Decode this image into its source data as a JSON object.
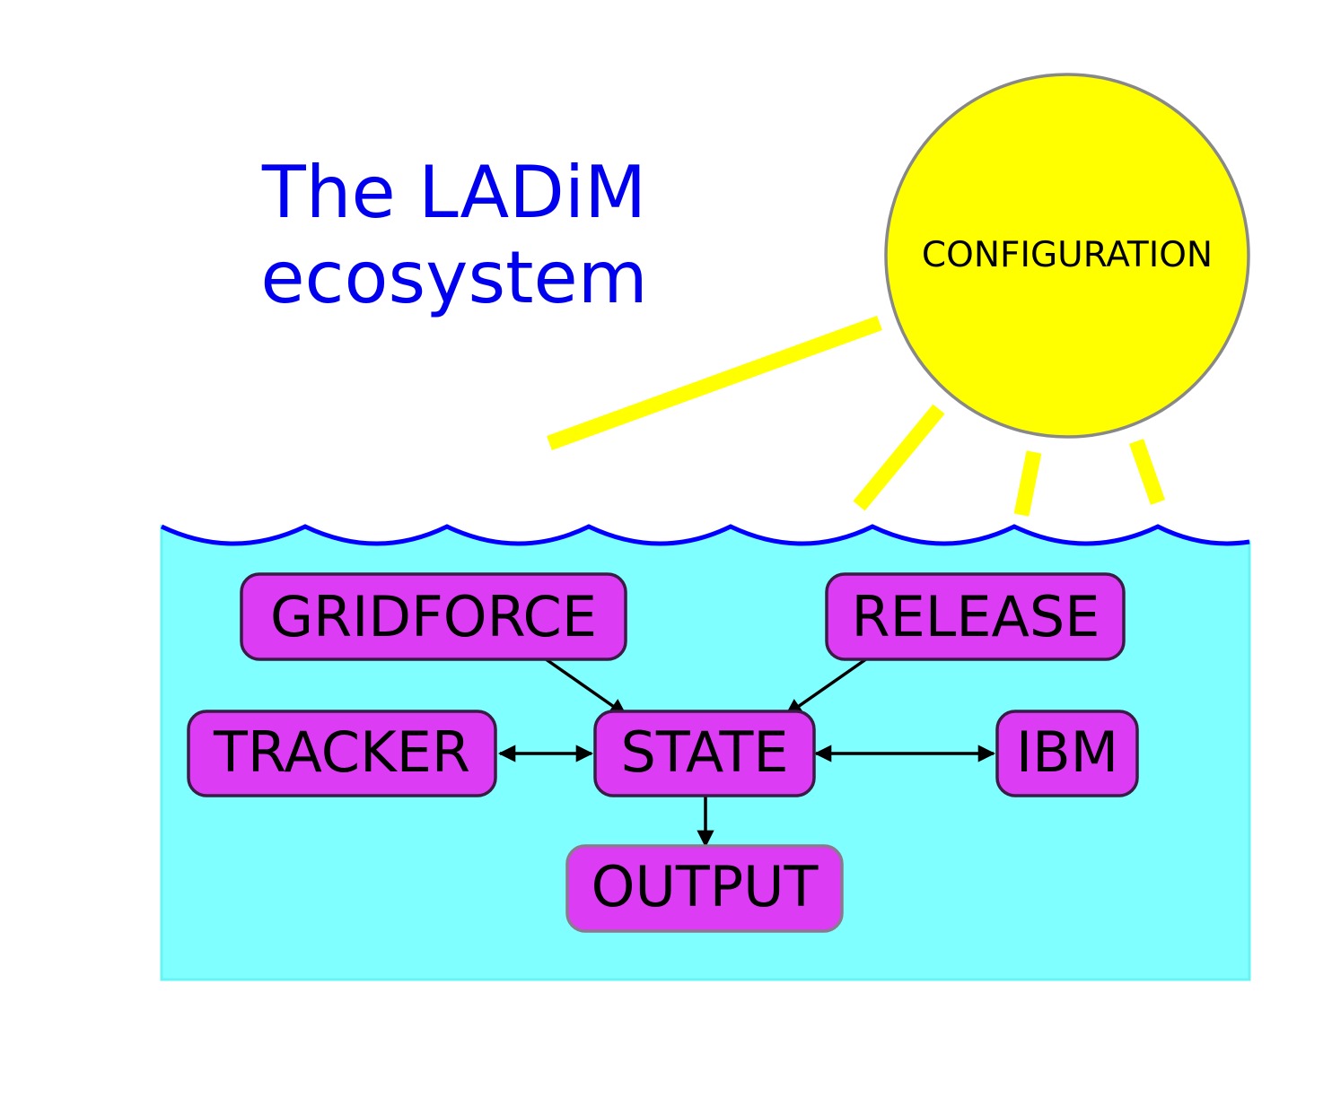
{
  "title": {
    "line1": "The LADiM",
    "line2": "ecosystem"
  },
  "sun": {
    "label": "CONFIGURATION",
    "color": "#ffff00",
    "rays": 4
  },
  "water": {
    "color": "#7fffff",
    "wave_color": "#0000ff"
  },
  "nodes": {
    "gridforce": "GRIDFORCE",
    "release": "RELEASE",
    "tracker": "TRACKER",
    "state": "STATE",
    "ibm": "IBM",
    "output": "OUTPUT"
  },
  "node_color": "#dd3cf5",
  "edges": [
    {
      "from": "GRIDFORCE",
      "to": "STATE",
      "direction": "one-way"
    },
    {
      "from": "RELEASE",
      "to": "STATE",
      "direction": "one-way"
    },
    {
      "from": "TRACKER",
      "to": "STATE",
      "direction": "two-way"
    },
    {
      "from": "STATE",
      "to": "IBM",
      "direction": "two-way"
    },
    {
      "from": "STATE",
      "to": "OUTPUT",
      "direction": "one-way"
    }
  ]
}
